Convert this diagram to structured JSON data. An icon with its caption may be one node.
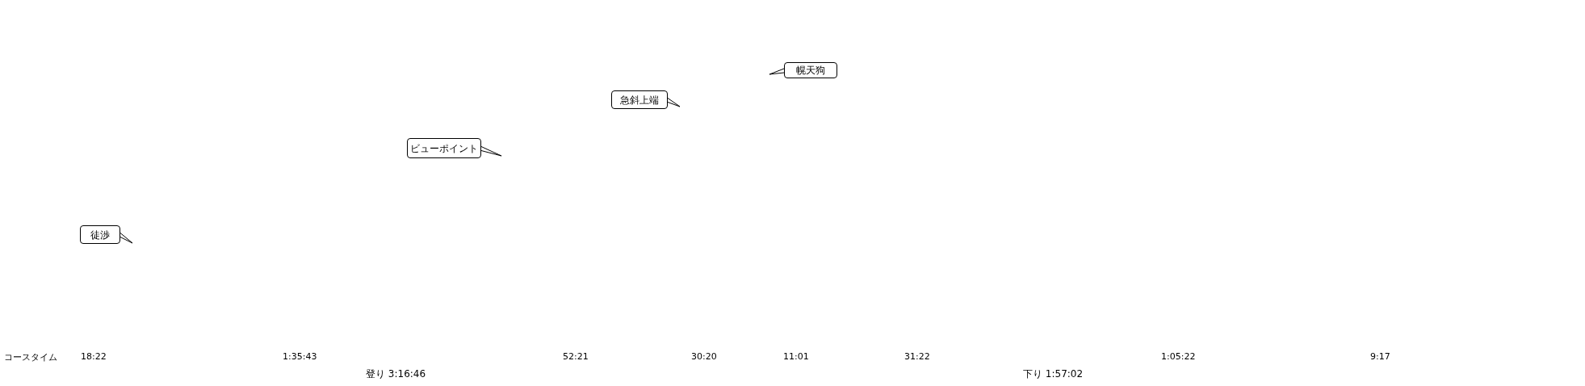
{
  "diagram": {
    "nodes": [
      {
        "text": [
          "幌天狗"
        ]
      },
      {
        "text": [
          "急斜上端"
        ]
      },
      {
        "text": [
          "ビューポイント"
        ]
      },
      {
        "text": [
          "徒渉"
        ]
      }
    ],
    "labels": [
      "コースタイム",
      "18:22",
      "1:35:43",
      "52:21",
      "30:20",
      "11:01",
      "31:22",
      "1:05:22",
      "9:17",
      "登り 3:16:46",
      "下り 1:57:02"
    ]
  }
}
